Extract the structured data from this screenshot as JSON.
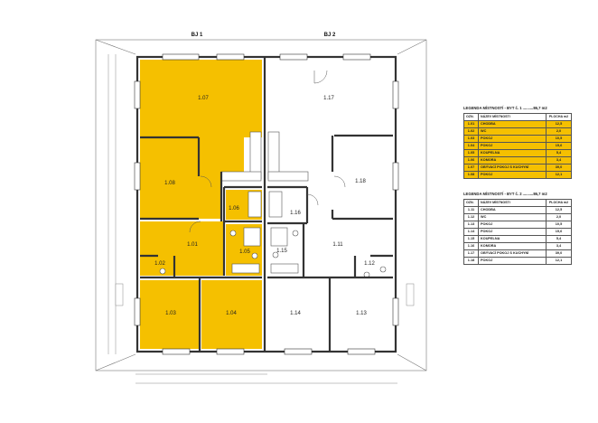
{
  "plan": {
    "units": [
      {
        "label": "BJ 1"
      },
      {
        "label": "BJ 2"
      }
    ],
    "rooms": [
      {
        "id": "1.07"
      },
      {
        "id": "1.08"
      },
      {
        "id": "1.06"
      },
      {
        "id": "1.01"
      },
      {
        "id": "1.02"
      },
      {
        "id": "1.05"
      },
      {
        "id": "1.03"
      },
      {
        "id": "1.04"
      },
      {
        "id": "1.17"
      },
      {
        "id": "1.18"
      },
      {
        "id": "1.16"
      },
      {
        "id": "1.15"
      },
      {
        "id": "1.11"
      },
      {
        "id": "1.12"
      },
      {
        "id": "1.14"
      },
      {
        "id": "1.13"
      }
    ],
    "colors": {
      "unit1_fill": "#f5c000",
      "unit2_fill": "#ffffff",
      "wall": "#333333"
    }
  },
  "legends": [
    {
      "title": "LEGENDA MÍSTNOSTÍ - BYT č. 1 ..........86,7 m2",
      "headers": [
        "OZN.",
        "NÁZEV MÍSTNOSTI",
        "PLOCHA m2"
      ],
      "rows": [
        [
          "1.01",
          "CHODBA",
          "12,5"
        ],
        [
          "1.02",
          "WC",
          "2,0"
        ],
        [
          "1.03",
          "POKOJ",
          "10,5"
        ],
        [
          "1.04",
          "POKOJ",
          "15,6"
        ],
        [
          "1.05",
          "KOUPELNA",
          "5,4"
        ],
        [
          "1.06",
          "KOMORA",
          "3,4"
        ],
        [
          "1.07",
          "OBÝVACÍ POKOJ S KUCHYNÍ",
          "39,0"
        ],
        [
          "1.08",
          "POKOJ",
          "12,1"
        ]
      ]
    },
    {
      "title": "LEGENDA MÍSTNOSTÍ - BYT č. 2 ..........86,7 m2",
      "headers": [
        "OZN.",
        "NÁZEV MÍSTNOSTI",
        "PLOCHA m2"
      ],
      "rows": [
        [
          "1.11",
          "CHODBA",
          "12,5"
        ],
        [
          "1.12",
          "WC",
          "2,0"
        ],
        [
          "1.13",
          "POKOJ",
          "10,5"
        ],
        [
          "1.14",
          "POKOJ",
          "15,6"
        ],
        [
          "1.15",
          "KOUPELNA",
          "5,4"
        ],
        [
          "1.16",
          "KOMORA",
          "3,4"
        ],
        [
          "1.17",
          "OBÝVACÍ POKOJ S KUCHYNÍ",
          "39,0"
        ],
        [
          "1.18",
          "POKOJ",
          "12,1"
        ]
      ]
    }
  ]
}
